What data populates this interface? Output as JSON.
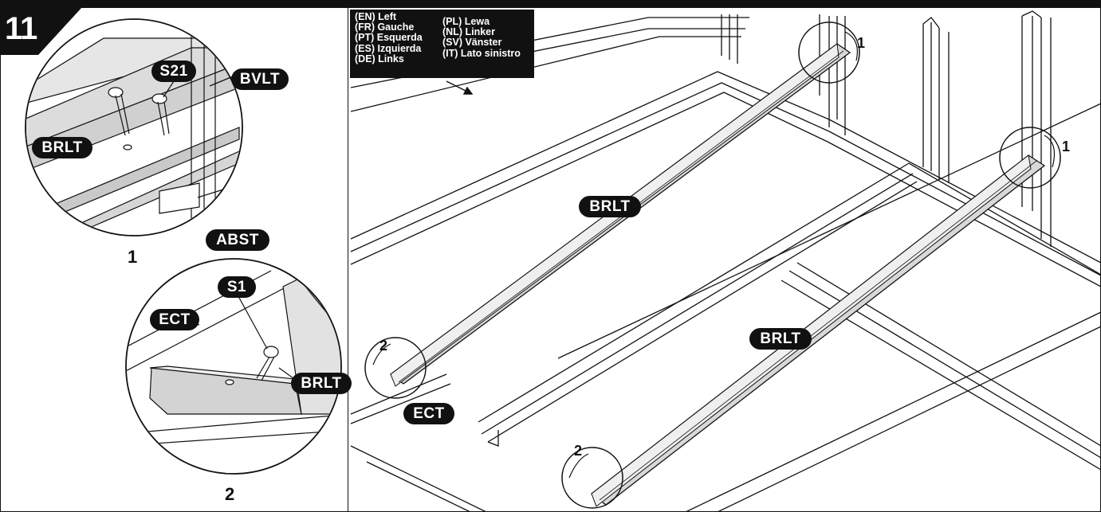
{
  "step": {
    "number": "11"
  },
  "legend": {
    "col1": [
      "(EN) Left",
      "(FR) Gauche",
      "(PT) Esquerda",
      "(ES) Izquierda",
      "(DE) Links"
    ],
    "col2": [
      "(PL) Lewa",
      "(NL) Linker",
      "(SV) Vänster",
      "(IT) Lato sinistro"
    ]
  },
  "detail1": {
    "caption": "1",
    "labels": {
      "screw": "S21",
      "top_bar": "BVLT",
      "rail": "BRLT",
      "bracket": "ABST"
    }
  },
  "detail2": {
    "caption": "2",
    "labels": {
      "screw": "S1",
      "end_cap": "ECT",
      "rail": "BRLT"
    }
  },
  "main": {
    "labels": {
      "rail_upper": "BRLT",
      "rail_lower": "BRLT",
      "end_cap": "ECT"
    },
    "callouts": {
      "c1a": "1",
      "c1b": "1",
      "c2a": "2",
      "c2b": "2"
    }
  },
  "colors": {
    "ink": "#111111",
    "rail_fill": "#d8d8d8",
    "panel_fill": "#e9e9e9"
  }
}
